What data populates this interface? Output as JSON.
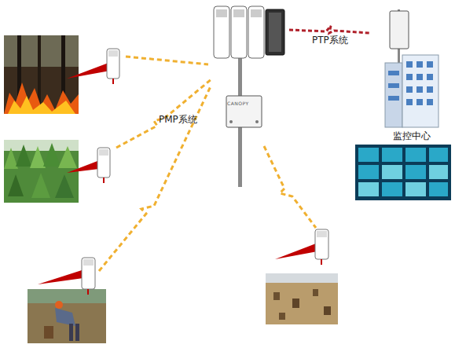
{
  "diagram": {
    "nodes": [
      {
        "text": [
          "CANOPY"
        ]
      },
      {
        "text": [
          "监控中心"
        ]
      }
    ],
    "edges": [
      {
        "from": 0,
        "to": 1,
        "arrow": "none",
        "label": "PTP系统"
      }
    ],
    "labels": [
      "PMP系统"
    ]
  }
}
